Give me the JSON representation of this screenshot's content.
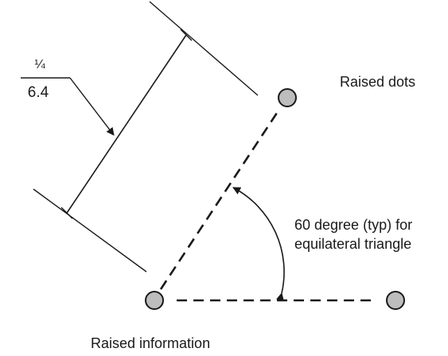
{
  "diagram": {
    "dimension": {
      "fraction": "¼",
      "metric": "6.4"
    },
    "labels": {
      "raised_dots": "Raised dots",
      "angle_line1": "60 degree (typ) for",
      "angle_line2": "equilateral triangle",
      "raised_information": "Raised information"
    },
    "colors": {
      "dot_fill": "#bdbdbd",
      "stroke": "#1a1a1a"
    }
  }
}
